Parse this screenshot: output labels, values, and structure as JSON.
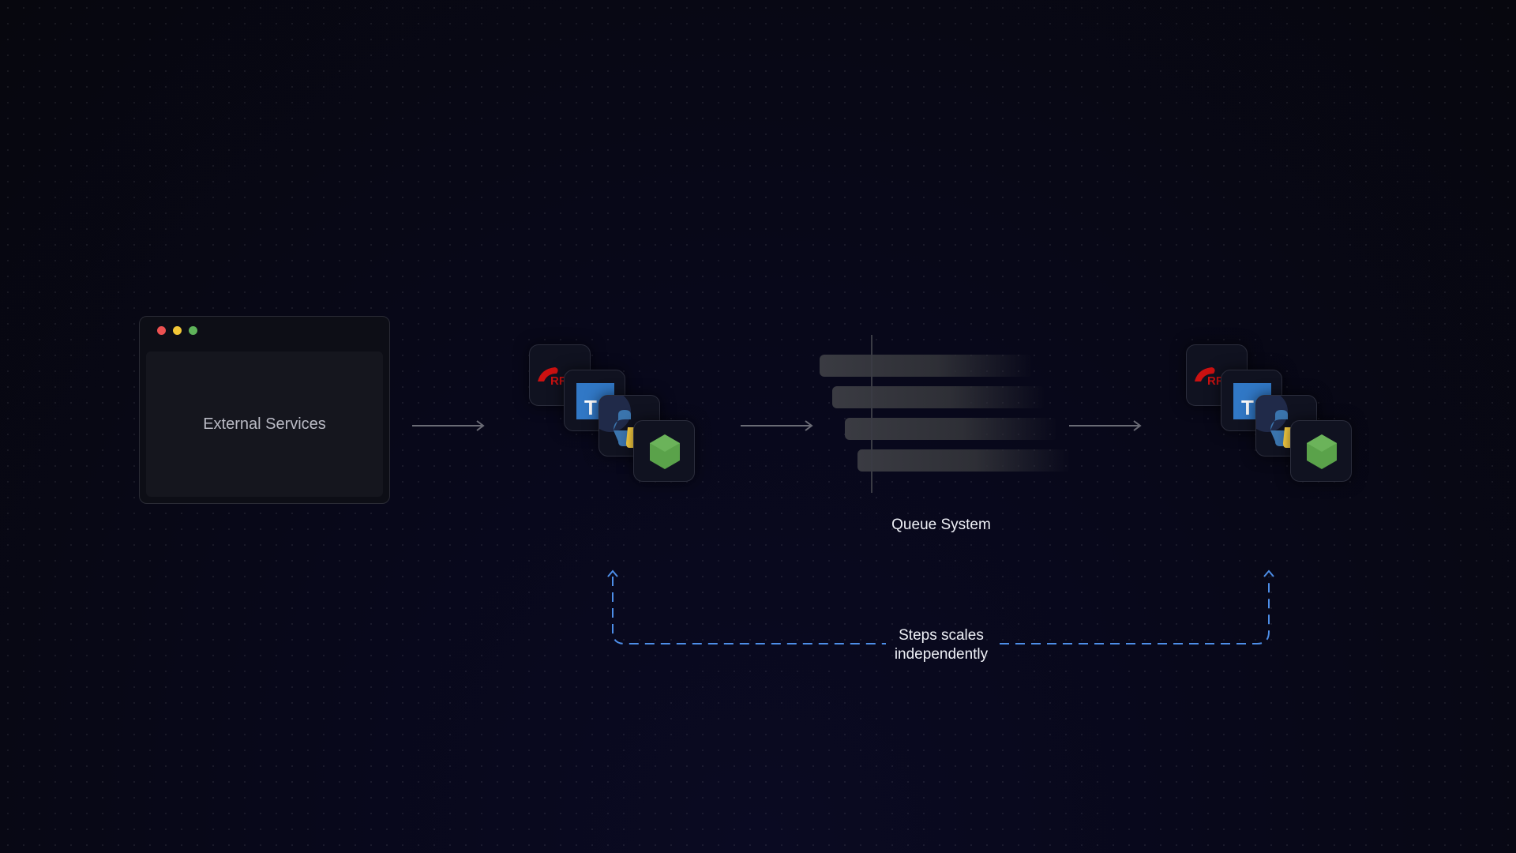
{
  "external_services": {
    "label": "External Services"
  },
  "queue": {
    "label": "Queue System"
  },
  "scaling": {
    "line1": "Steps scales",
    "line2": "independently"
  },
  "colors": {
    "window_dot_red": "#ec5151",
    "window_dot_yellow": "#f2c737",
    "window_dot_green": "#5fb35a",
    "ruby_red": "#cc1111",
    "ts_blue": "#3178c6",
    "python_blue": "#3b75ae",
    "python_yellow": "#ffd343",
    "node_green": "#5aa24a",
    "dash_blue": "#4d8ee8",
    "arrow_gray": "#6a6b75"
  },
  "worker_icons": [
    "ruby-icon",
    "typescript-icon",
    "python-icon",
    "nodejs-icon"
  ],
  "icon_text": {
    "ruby": "RR",
    "typescript": "T"
  }
}
